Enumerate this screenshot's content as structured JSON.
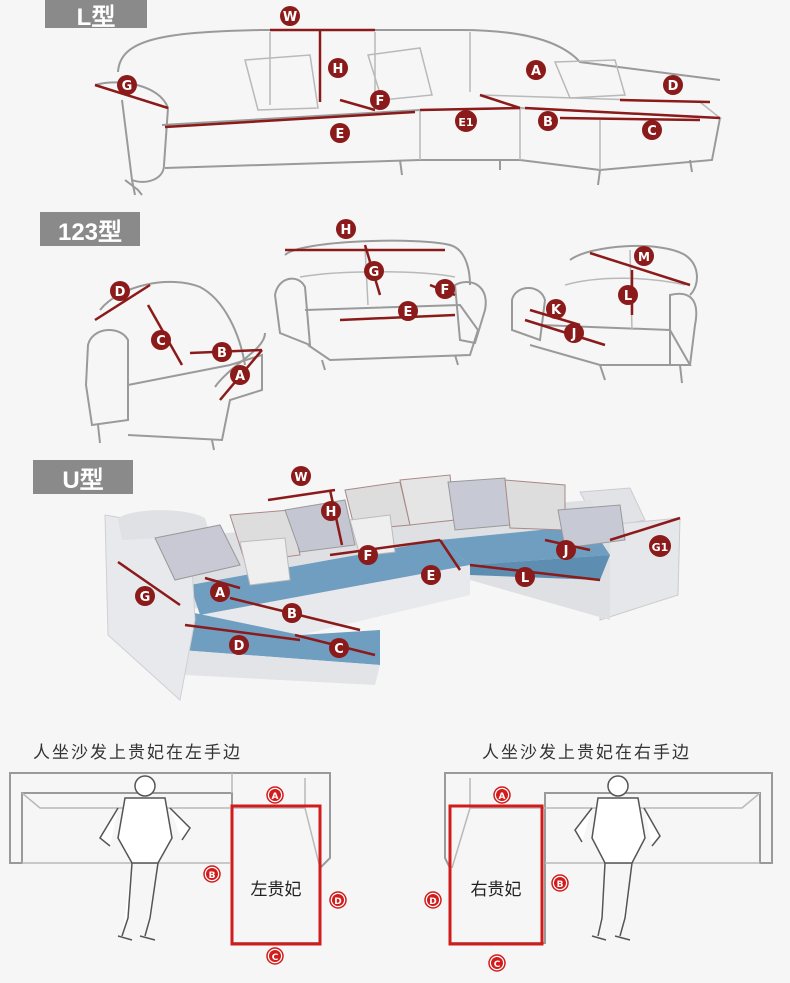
{
  "sections": {
    "l_type": "L型",
    "type_123": "123型",
    "u_type": "U型"
  },
  "captions": {
    "left": "人坐沙发上贵妃在左手边",
    "right": "人坐沙发上贵妃在右手边"
  },
  "chaise_labels": {
    "left": "左贵妃",
    "right": "右贵妃"
  },
  "markers": {
    "l_sofa": [
      "W",
      "H",
      "G",
      "F",
      "E",
      "E1",
      "A",
      "D",
      "B",
      "C"
    ],
    "chair_single": [
      "D",
      "C",
      "B",
      "A"
    ],
    "chair_triple": [
      "H",
      "G",
      "F",
      "E"
    ],
    "chair_double": [
      "M",
      "K",
      "L",
      "J"
    ],
    "u_sofa": [
      "W",
      "H",
      "F",
      "E",
      "G",
      "A",
      "B",
      "D",
      "C",
      "J",
      "L",
      "G1"
    ],
    "plan_left": [
      "A",
      "B",
      "C",
      "D"
    ],
    "plan_right": [
      "A",
      "B",
      "C",
      "D"
    ]
  },
  "colors": {
    "marker": "#8b1a1a",
    "dimension": "#8b1a1a",
    "chaise_outline": "#d21c1c",
    "tag_bg": "#8a8a8a",
    "cushion_blue": "#6f9ec1"
  }
}
